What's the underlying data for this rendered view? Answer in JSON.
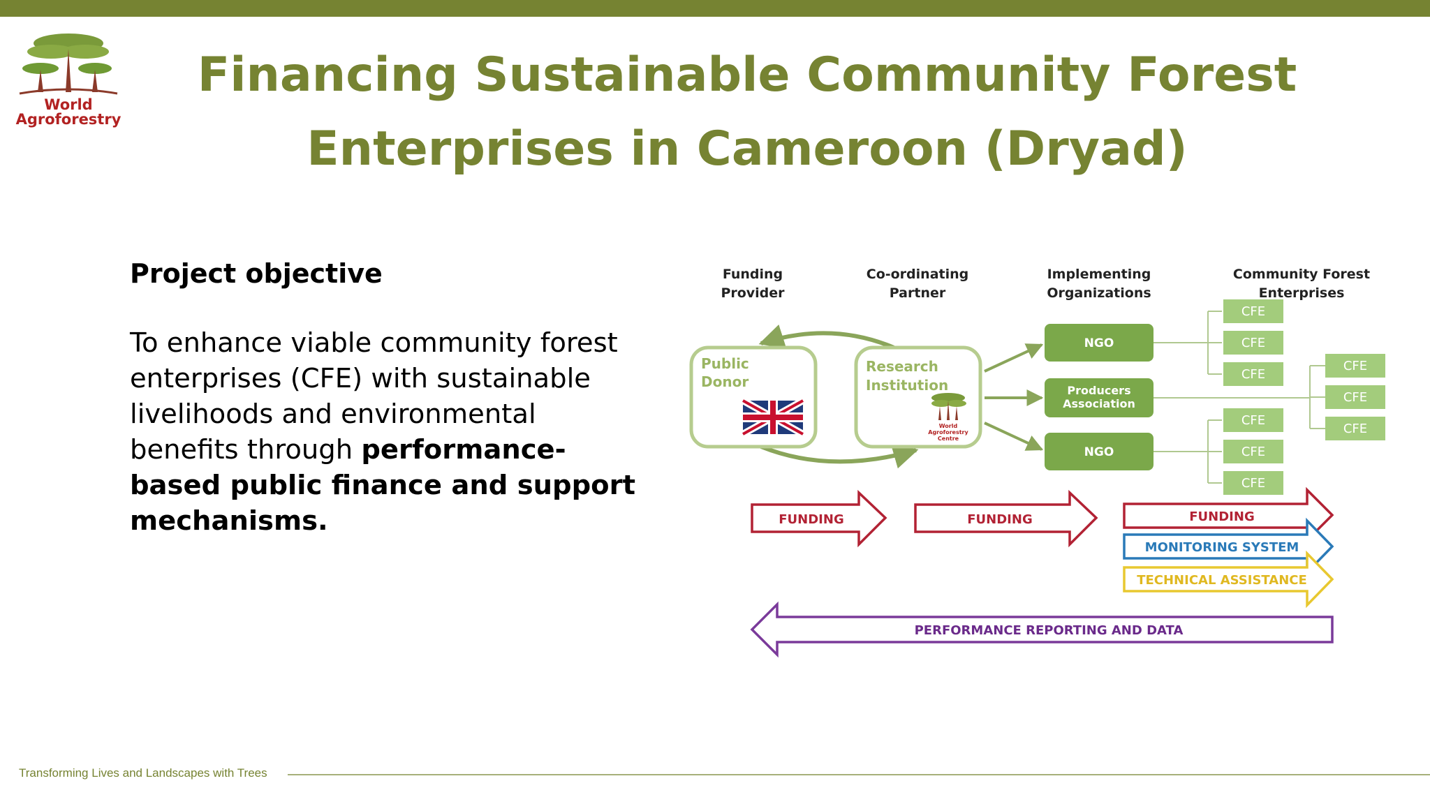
{
  "logo": {
    "line1": "World",
    "line2": "Agroforestry"
  },
  "title": {
    "line1": "Financing Sustainable Community Forest",
    "line2": "Enterprises in Cameroon (Dryad)"
  },
  "objective": {
    "heading": "Project objective",
    "text_plain": "To enhance viable community forest enterprises (CFE) with sustainable livelihoods and environmental benefits through ",
    "text_bold": "performance-based public finance and support mechanisms."
  },
  "diagram": {
    "columns": {
      "funding_provider": [
        "Funding",
        "Provider"
      ],
      "coordinating_partner": [
        "Co-ordinating",
        "Partner"
      ],
      "implementing_orgs": [
        "Implementing",
        "Organizations"
      ],
      "cfe_col": [
        "Community Forest",
        "Enterprises"
      ]
    },
    "public_donor": [
      "Public",
      "Donor"
    ],
    "research_institution": [
      "Research",
      "Institution"
    ],
    "mini_logo": [
      "World",
      "Agroforestry",
      "Centre"
    ],
    "ngo_top": "NGO",
    "producers_association": [
      "Producers",
      "Association"
    ],
    "ngo_bottom": "NGO",
    "cfe_label": "CFE",
    "arrows": {
      "funding1": "FUNDING",
      "funding2": "FUNDING",
      "funding3": "FUNDING",
      "monitoring": "MONITORING SYSTEM",
      "technical": "TECHNICAL ASSISTANCE",
      "performance": "PERFORMANCE REPORTING AND DATA"
    }
  },
  "footer": {
    "tagline": "Transforming Lives and Landscapes with Trees"
  },
  "colors": {
    "brand_olive": "#768332",
    "box_green": "#7ba84a",
    "cfe_green": "#a3cc7c",
    "funding_red": "#b22234",
    "monitoring_blue": "#2a7ab8",
    "technical_yellow": "#e8c830",
    "performance_purple": "#7a3a9a"
  }
}
